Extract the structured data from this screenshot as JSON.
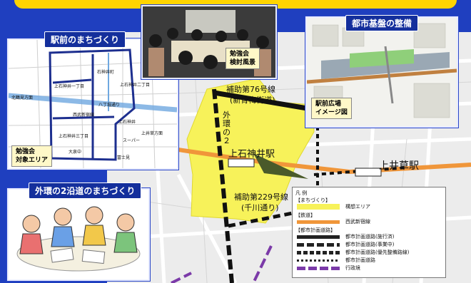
{
  "map": {
    "stations": {
      "kamishakujii": "上石神井駅",
      "kamiigusa": "上井草駅"
    },
    "roads": {
      "r76": "補助第76号線",
      "r76_alias": "(新青梅街道)",
      "r229": "補助第229号線",
      "r229_alias": "(千川通り)",
      "gaikan": "外環の２"
    }
  },
  "panels": {
    "station_front": {
      "title": "駅前のまちづくり",
      "caption_line1": "勉強会",
      "caption_line2": "対象エリア",
      "map_labels": [
        "上石神井一丁目",
        "上石神井二丁目",
        "上石神井三丁目",
        "石神井町",
        "北鶴見方面",
        "西武新宿線",
        "上石神井",
        "上井草方面",
        "八丁堀通り",
        "スーパー",
        "大泉中",
        "富士見"
      ]
    },
    "workshop": {
      "caption_line1": "勉強会",
      "caption_line2": "検討風景"
    },
    "infrastructure": {
      "title": "都市基盤の整備",
      "caption_line1": "駅前広場",
      "caption_line2": "イメージ図"
    },
    "gaikan_corridor": {
      "title": "外環の2沿道のまちづくり"
    }
  },
  "legend": {
    "title": "凡 例",
    "section_machizukuri": "【まちづくり】",
    "section_railway": "【鉄道】",
    "section_roads": "【都市計画道路】",
    "items": [
      {
        "label": "構想エリア",
        "color": "#f7f25a"
      },
      {
        "label": "西武新宿線",
        "color": "#f0963a"
      },
      {
        "label": "都市計画道路(施行済)",
        "color": "#222222"
      },
      {
        "label": "都市計画道路(事業中)",
        "color": "#222222"
      },
      {
        "label": "都市計画道路(優先整備路線)",
        "color": "#222222"
      },
      {
        "label": "都市計画道路",
        "color": "#222222"
      },
      {
        "label": "行政境",
        "color": "#7b3aa8"
      }
    ]
  },
  "colors": {
    "background": "#1f3fbf",
    "concept_area": "#f7f25a",
    "railway": "#f0963a",
    "boundary": "#7b3aa8",
    "title_box": "#142f9c"
  }
}
